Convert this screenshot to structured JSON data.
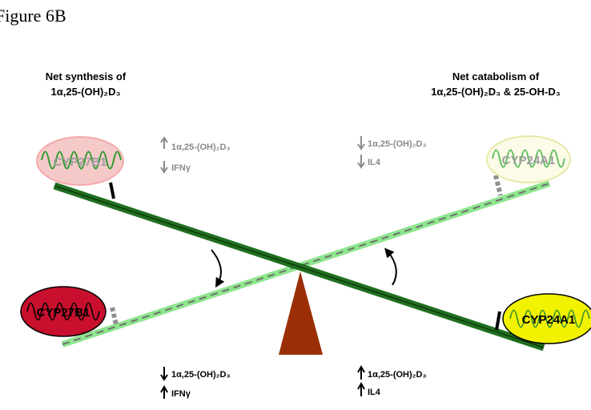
{
  "figure_label": "Figure 6B",
  "left_header": {
    "line1": "Net synthesis of",
    "line2": "1α,25-(OH)₂D₃"
  },
  "right_header": {
    "line1": "Net catabolism of",
    "line2": "1α,25-(OH)₂D₃ & 25-OH-D₃"
  },
  "faded_state": {
    "left_enzyme": "CYP27B1",
    "right_enzyme": "CYP24A1",
    "left_changes": [
      {
        "direction": "up",
        "label": "1α,25-(OH)₂D₃"
      },
      {
        "direction": "down",
        "label": "IFNγ"
      }
    ],
    "right_changes": [
      {
        "direction": "down",
        "label": "1α,25-(OH)₂D₃"
      },
      {
        "direction": "down",
        "label": "IL4"
      }
    ]
  },
  "active_state": {
    "left_enzyme": "CYP27B1",
    "right_enzyme": "CYP24A1",
    "left_changes": [
      {
        "direction": "down",
        "label": "1α,25-(OH)₂D₃"
      },
      {
        "direction": "up",
        "label": "IFNγ"
      }
    ],
    "right_changes": [
      {
        "direction": "up",
        "label": "1α,25-(OH)₂D₃"
      },
      {
        "direction": "up",
        "label": "IL4"
      }
    ]
  },
  "colors": {
    "dark_beam": "#1f6f1f",
    "light_beam": "#8de68d",
    "fulcrum": "#9a2f06",
    "cyp27b1_active": "#c8102e",
    "cyp24a1_active": "#f2f200",
    "faded_cyp27b1": "#f6c9c9",
    "faded_cyp24a1": "#fbfbe8",
    "faded_text": "#8a8a8a"
  },
  "icons": {
    "rotation_arrows": "curved-arrow-icon",
    "change_arrow_up": "arrow-up-icon",
    "change_arrow_down": "arrow-down-icon",
    "mitochondrion": "mitochondrion-icon"
  }
}
